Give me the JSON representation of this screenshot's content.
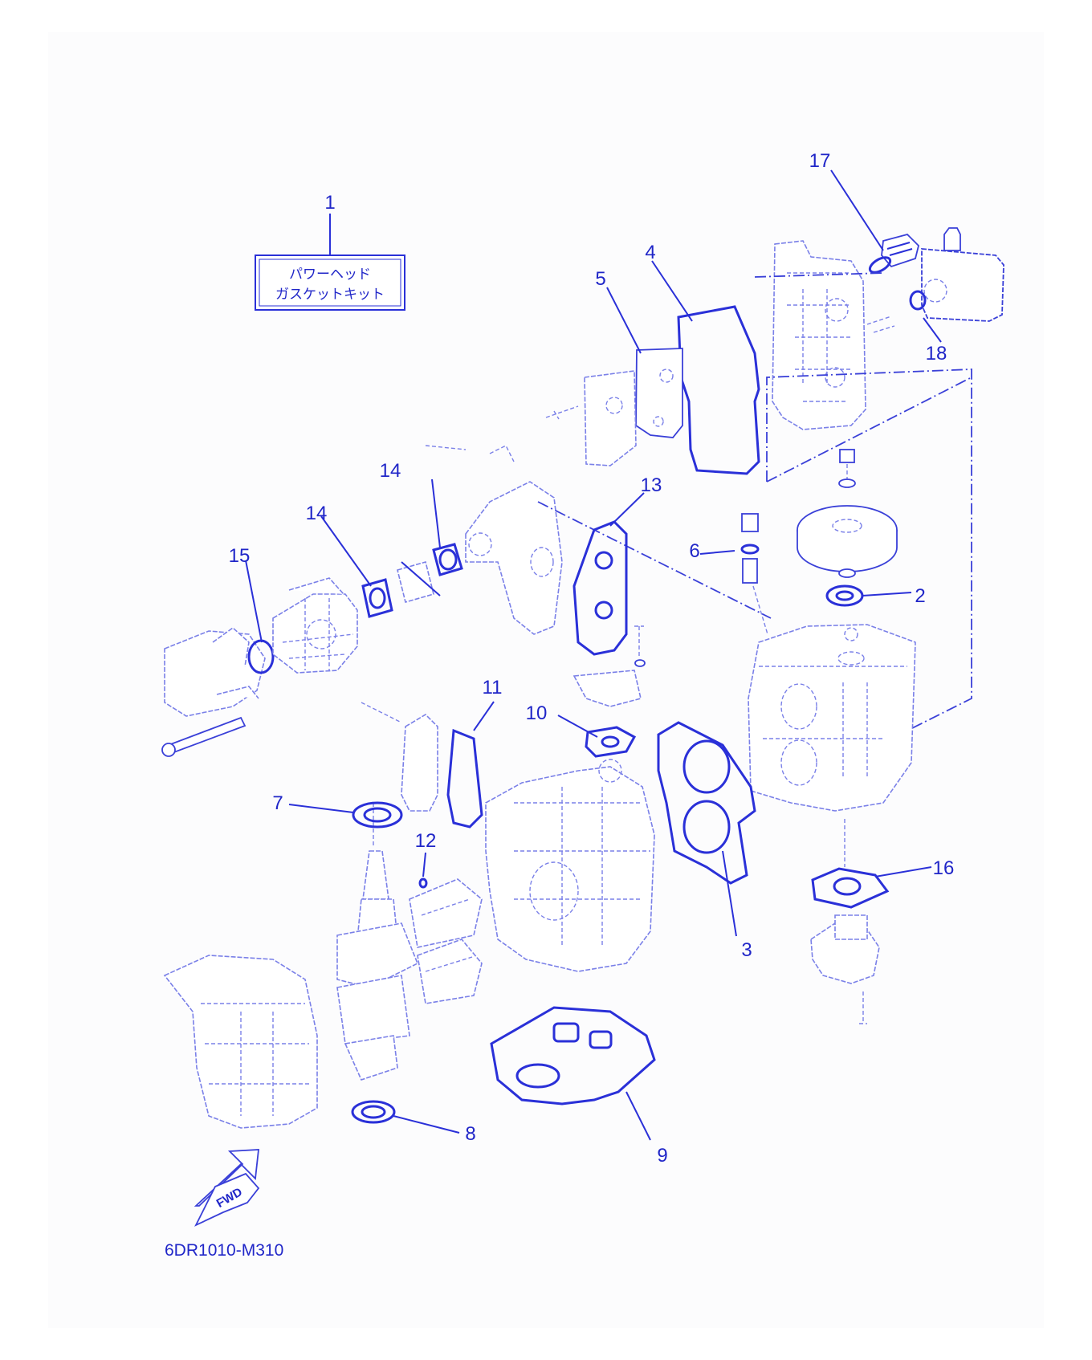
{
  "kit_label": {
    "line1": "パワーヘッド",
    "line2": "ガスケットキット"
  },
  "callouts": [
    "1",
    "2",
    "3",
    "4",
    "5",
    "6",
    "7",
    "8",
    "9",
    "10",
    "11",
    "12",
    "13",
    "14",
    "14",
    "15",
    "16",
    "17",
    "18"
  ],
  "fwd_label": "FWD",
  "diagram_code": "6DR1010-M310",
  "colors": {
    "ink": "#2026c8",
    "light_ink": "#7a80e8",
    "background": "#fcfcfd"
  }
}
